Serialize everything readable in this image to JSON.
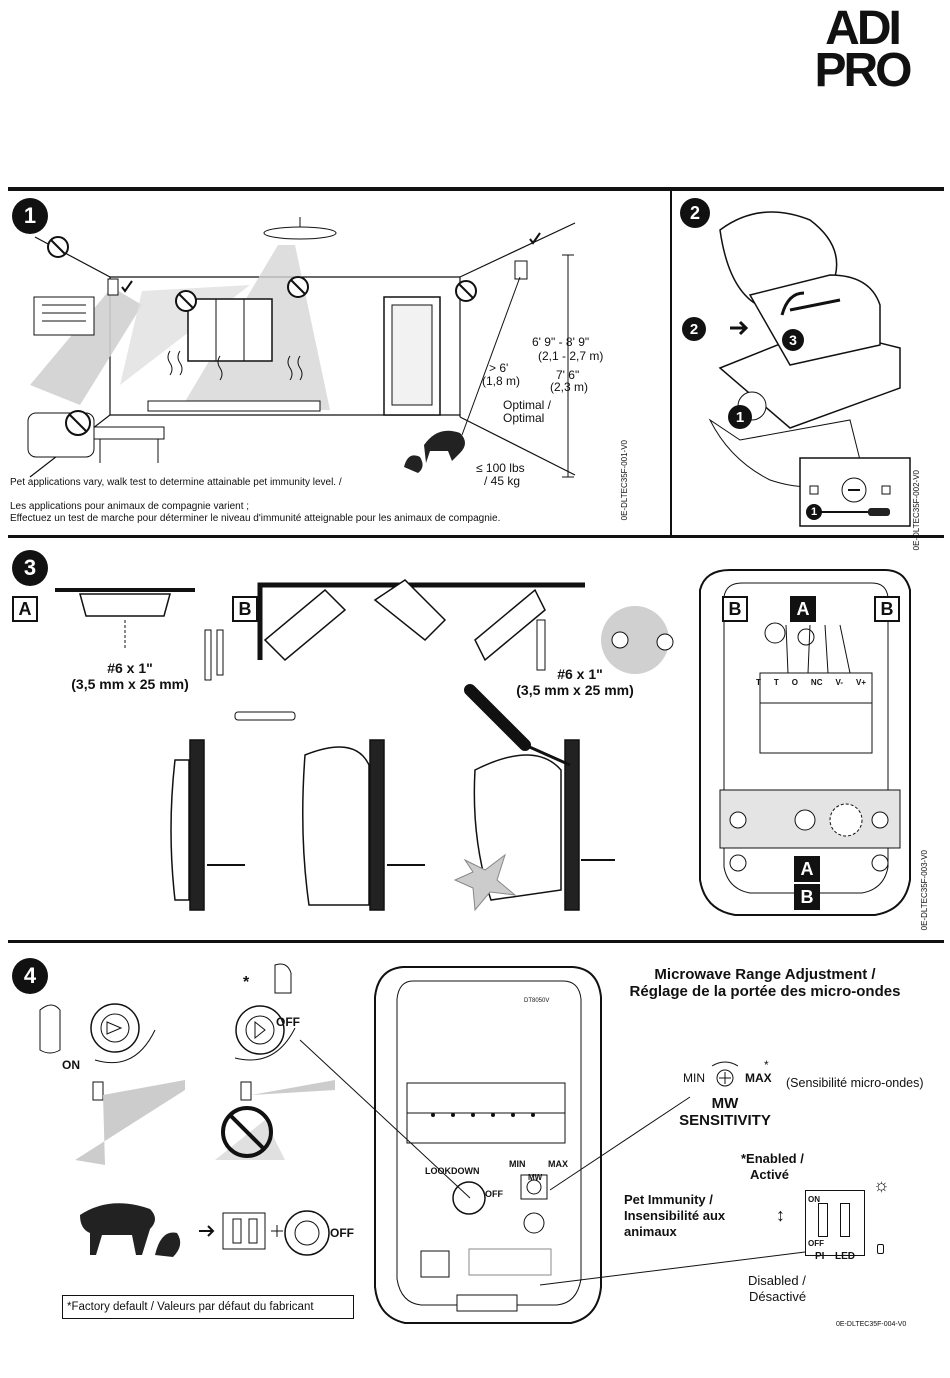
{
  "brand": {
    "line1": "ADI",
    "line2": "PRO"
  },
  "section1": {
    "number": "1",
    "height_range": "6' 9\" - 8' 9\"",
    "height_range_metric": "(2,1 - 2,7 m)",
    "min_distance": "> 6'",
    "min_distance_metric": "(1,8 m)",
    "optimal_height": "7' 6\"",
    "optimal_height_metric": "(2,3 m)",
    "optimal_label": "Optimal /",
    "optimal_label_fr": "Optimal",
    "pet_weight": "≤ 100 lbs",
    "pet_weight_metric": "/ 45 kg",
    "note_en": "Pet applications vary, walk test to determine attainable pet immunity level. /",
    "note_fr_1": "Les applications pour animaux de compagnie varient ;",
    "note_fr_2": "Effectuez un test de marche pour déterminer le niveau d'immunité atteignable pour les animaux de compagnie.",
    "code": "0E-DLTEC35F-001-V0"
  },
  "section2": {
    "number": "2",
    "step1": "1",
    "step2": "2",
    "step3": "3",
    "code": "0E-DLTEC35F-002-V0"
  },
  "section3": {
    "number": "3",
    "label_a": "A",
    "label_b": "B",
    "screw_size": "#6 x 1\"",
    "screw_metric": "(3,5 mm x 25 mm)",
    "screw_size_2": "#6 x 1\"",
    "screw_metric_2": "(3,5 mm x 25 mm)",
    "terminal_labels": [
      "T",
      "T",
      "O",
      "NC",
      "V-",
      "V+"
    ],
    "code": "0E-DLTEC35F-003-V0"
  },
  "section4": {
    "number": "4",
    "title_en": "Microwave Range Adjustment /",
    "title_fr": "Réglage de la portée des micro-ondes",
    "on_label": "ON",
    "off_label": "OFF",
    "asterisk": "*",
    "min_label": "MIN",
    "max_label": "MAX",
    "mw_sensitivity_1": "MW",
    "mw_sensitivity_2": "SENSITIVITY",
    "mw_sensitivity_fr": "(Sensibilité micro-ondes)",
    "enabled": "*Enabled /",
    "enabled_fr": "Activé",
    "pet_immunity_1": "Pet Immunity /",
    "pet_immunity_2": "Insensibilité aux",
    "pet_immunity_3": "animaux",
    "disabled": "Disabled /",
    "disabled_fr": "Désactivé",
    "switch_on": "ON",
    "switch_off": "OFF",
    "switch_pi": "PI",
    "switch_led": "LED",
    "board_model": "DT8050V",
    "lookdown": "LOOKDOWN",
    "mw": "MW",
    "factory_default": "*Factory default / Valeurs par défaut du fabricant",
    "code": "0E-DLTEC35F-004-V0"
  }
}
